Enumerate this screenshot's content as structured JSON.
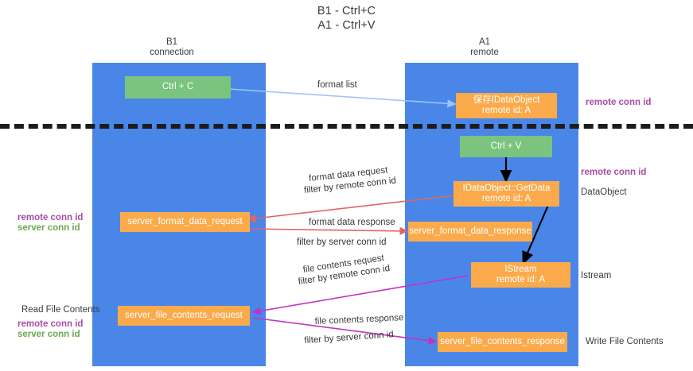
{
  "title": {
    "line1": "B1 - Ctrl+C",
    "line2": "A1 - Ctrl+V"
  },
  "columns": [
    {
      "name": "B1",
      "sub": "connection"
    },
    {
      "name": "A1",
      "sub": "remote"
    }
  ],
  "nodes": {
    "ctrl_c": "Ctrl + C",
    "ctrl_v": "Ctrl + V",
    "idataobject_title": "保存IDataObject",
    "idataobject_sub": "remote id: A",
    "getdata_title": "IDataObject::GetData",
    "getdata_sub": "remote id: A",
    "istream_title": "IStream",
    "istream_sub": "remote id: A",
    "server_format_data_request": "server_format_data_request",
    "server_format_data_response": "server_format_data_response",
    "server_file_contents_request": "server_file_contents_request",
    "server_file_contents_response": "server_file_contents_response"
  },
  "edge_labels": {
    "format_list": "format list",
    "format_data_request": "format data request",
    "format_data_request_filter_prefix": "filter by ",
    "format_data_request_filter_key": "remote conn id",
    "format_data_response": "format data response",
    "format_data_response_filter_prefix": "filter by ",
    "format_data_response_filter_key": "server conn id",
    "file_contents_request": "file contents request",
    "file_contents_request_filter_prefix": "filter by ",
    "file_contents_request_filter_key": "remote conn id",
    "file_contents_response": "file contents response",
    "file_contents_response_filter_prefix": "filter by ",
    "file_contents_response_filter_key": "server conn id"
  },
  "right_labels": {
    "remote_conn_id_top": "remote conn id",
    "remote_conn_id_mid": "remote conn id",
    "dataobject": "DataObject",
    "istream": "Istream",
    "write_file_contents": "Write File Contents"
  },
  "left_labels": {
    "remote_conn_id_mid": "remote conn id",
    "server_conn_id_mid": "server conn id",
    "read_file_contents": "Read File Contents",
    "remote_conn_id_bottom": "remote conn id",
    "server_conn_id_bottom": "server conn id"
  },
  "colors": {
    "lane": "#4a86e8",
    "green_node": "#7ac47f",
    "orange_node": "#fbaa4b",
    "purple_text": "#a64ca6",
    "green_text": "#6aa84f",
    "arrow_blue": "#9fc5f8",
    "arrow_red": "#e06666",
    "arrow_magenta": "#c232c2",
    "arrow_black": "#000000",
    "divider": "#1c1c1c",
    "background": "#ffffff"
  }
}
